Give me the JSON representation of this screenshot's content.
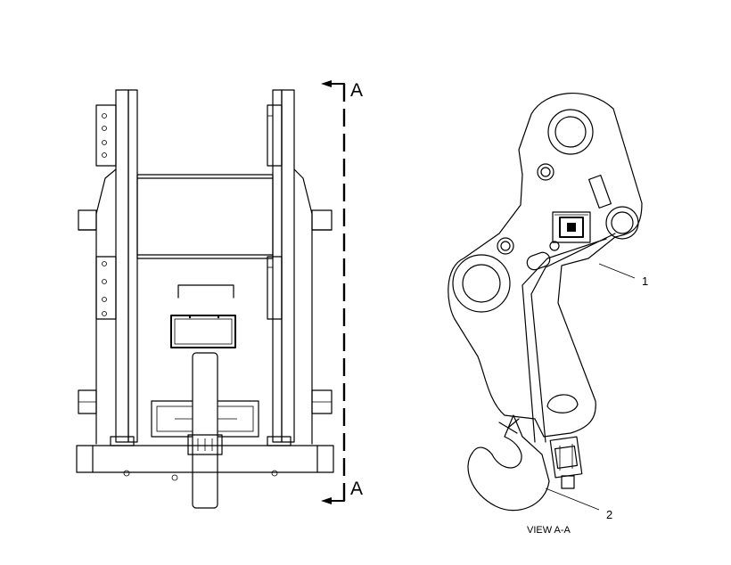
{
  "section_marker_top": "A",
  "section_marker_bottom": "A",
  "callout_1": "1",
  "callout_2": "2",
  "view_label": "VIEW A-A"
}
